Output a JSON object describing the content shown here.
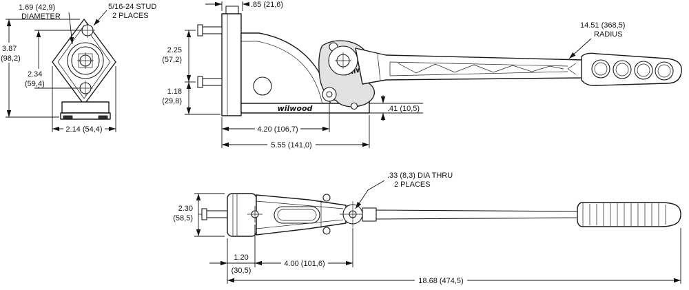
{
  "brand": "wilwood",
  "colors": {
    "line": "#1a1a1a",
    "cam_fill": "#e2e2e2",
    "foot_fill": "#2b2b2b",
    "background": "#ffffff"
  },
  "front_view": {
    "diameter_note_l1": "1.69 (42,9)",
    "diameter_note_l2": "DIAMETER",
    "stud_note_l1": "5/16-24 STUD",
    "stud_note_l2": "2 PLACES",
    "overall_height_in": "3.87",
    "overall_height_mm": "(98,2)",
    "stud_spacing_in": "2.34",
    "stud_spacing_mm": "(59,4)",
    "width": "2.14 (54,4)"
  },
  "side_view": {
    "plate_thickness": ".85 (21,6)",
    "upper_stud_height_in": "2.25",
    "upper_stud_height_mm": "(57,2)",
    "lower_stud_height_in": "1.18",
    "lower_stud_height_mm": "(29,8)",
    "handle_radius_l1": "14.51 (368,5)",
    "handle_radius_l2": "RADIUS",
    "base_step": ".41 (10,5)",
    "pivot_distance": "4.20 (106,7)",
    "base_length": "5.55 (141,0)"
  },
  "plan_view": {
    "body_width_in": "2.30",
    "body_width_mm": "(58,5)",
    "hole_note_l1": ".33 (8,3) DIA THRU",
    "hole_note_l2": "2 PLACES",
    "mount_offset_in": "1.20",
    "mount_offset_mm": "(30,5)",
    "hole_spacing": "4.00 (101,6)",
    "overall_length": "18.68 (474,5)"
  }
}
